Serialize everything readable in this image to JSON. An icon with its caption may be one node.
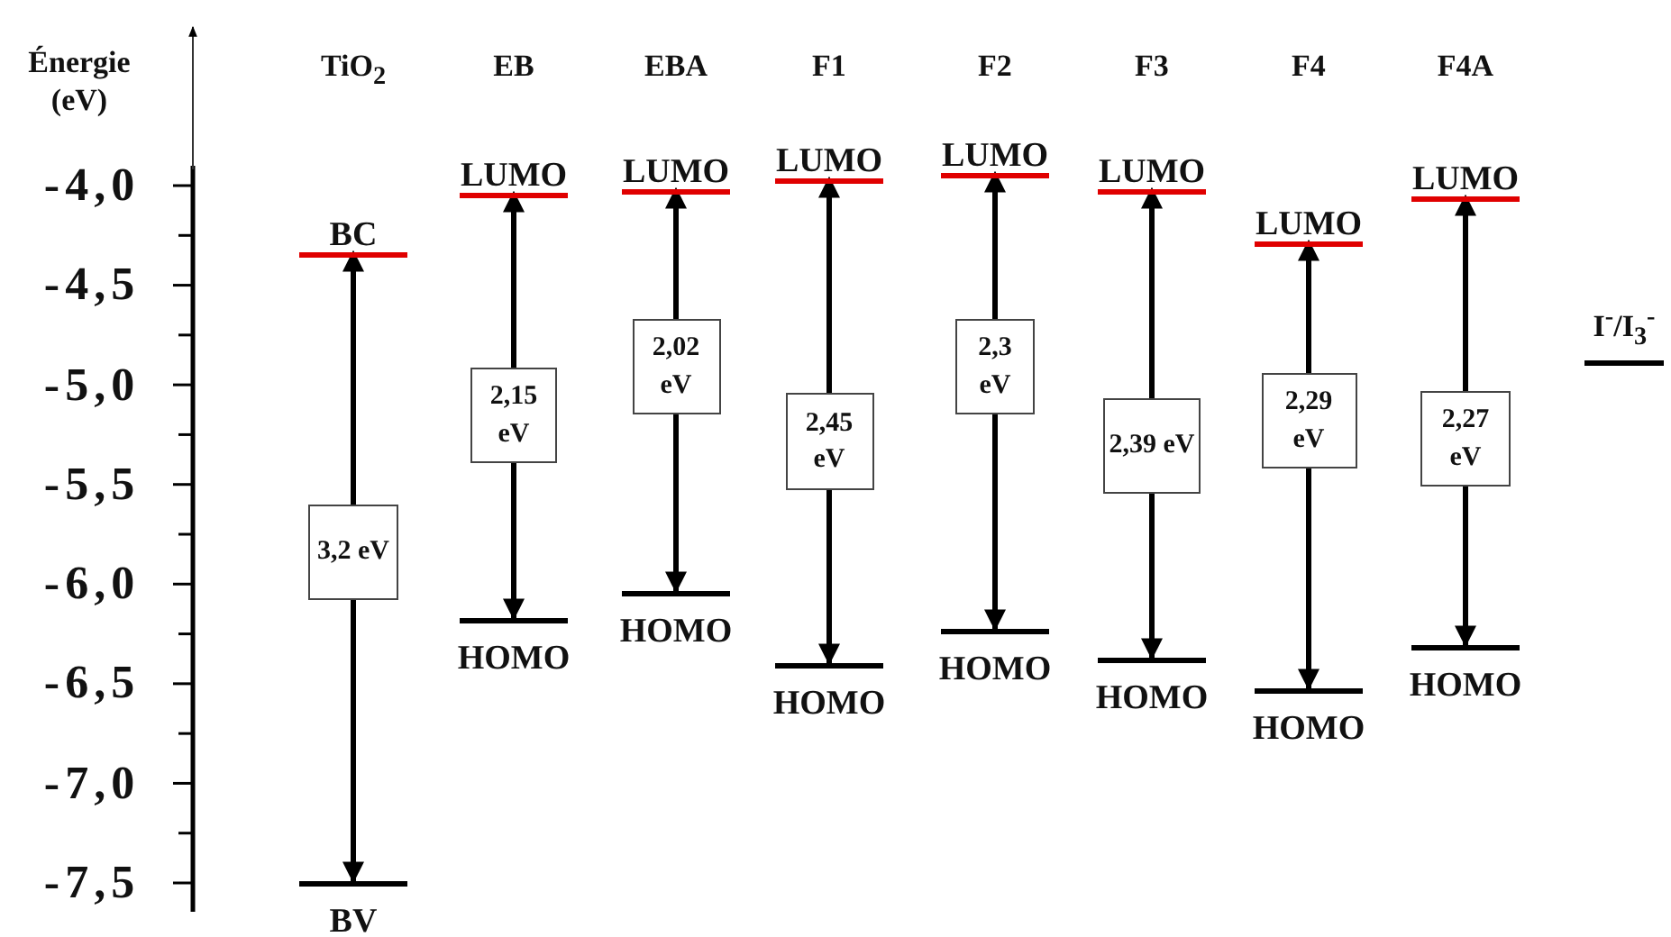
{
  "diagram": {
    "nodes": [
      {
        "text": [
          "BC"
        ]
      },
      {
        "text": [
          "3,2 eV"
        ]
      },
      {
        "text": [
          "BV"
        ]
      },
      {
        "text": [
          "LUMO"
        ]
      },
      {
        "text": [
          "2,15 eV"
        ]
      },
      {
        "text": [
          "HOMO"
        ]
      },
      {
        "text": [
          "LUMO"
        ]
      },
      {
        "text": [
          "2,02 eV"
        ]
      },
      {
        "text": [
          "HOMO"
        ]
      },
      {
        "text": [
          "LUMO"
        ]
      },
      {
        "text": [
          "2,45 eV"
        ]
      },
      {
        "text": [
          "HOMO"
        ]
      },
      {
        "text": [
          "LUMO"
        ]
      },
      {
        "text": [
          "2,3 eV"
        ]
      },
      {
        "text": [
          "HOMO"
        ]
      },
      {
        "text": [
          "LUMO"
        ]
      },
      {
        "text": [
          "2,39 eV"
        ]
      },
      {
        "text": [
          "HOMO"
        ]
      },
      {
        "text": [
          "LUMO"
        ]
      },
      {
        "text": [
          "2,29 eV"
        ]
      },
      {
        "text": [
          "HOMO"
        ]
      },
      {
        "text": [
          "LUMO"
        ]
      },
      {
        "text": [
          "2,27 eV"
        ]
      },
      {
        "text": [
          "HOMO"
        ]
      },
      {
        "text": [
          "I$^{-}$/I$_{3}$$^{-}$"
        ]
      }
    ],
    "edges": [
      {
        "from": 1,
        "to": 0,
        "arrow": "to"
      },
      {
        "from": 1,
        "to": 2,
        "arrow": "to"
      },
      {
        "from": 4,
        "to": 3,
        "arrow": "to"
      },
      {
        "from": 4,
        "to": 5,
        "arrow": "to"
      },
      {
        "from": 7,
        "to": 6,
        "arrow": "to"
      },
      {
        "from": 7,
        "to": 8,
        "arrow": "to"
      },
      {
        "from": 10,
        "to": 9,
        "arrow": "to"
      },
      {
        "from": 10,
        "to": 11,
        "arrow": "to"
      },
      {
        "from": 13,
        "to": 12,
        "arrow": "to"
      },
      {
        "from": 13,
        "to": 14,
        "arrow": "to"
      },
      {
        "from": 16,
        "to": 15,
        "arrow": "to"
      },
      {
        "from": 16,
        "to": 17,
        "arrow": "to"
      },
      {
        "from": 19,
        "to": 18,
        "arrow": "to"
      },
      {
        "from": 19,
        "to": 20,
        "arrow": "to"
      },
      {
        "from": 22,
        "to": 21,
        "arrow": "to"
      },
      {
        "from": 22,
        "to": 23,
        "arrow": "to"
      }
    ],
    "labels": [
      "Énergie (eV)",
      "TiO$_{2}$",
      "EB",
      "EBA",
      "F1",
      "F2",
      "F3",
      "F4",
      "F4A",
      "-4,0",
      "-4,5",
      "-5,0",
      "-5,5",
      "-6,0",
      "-6,5",
      "-7,0",
      "-7,5"
    ]
  }
}
